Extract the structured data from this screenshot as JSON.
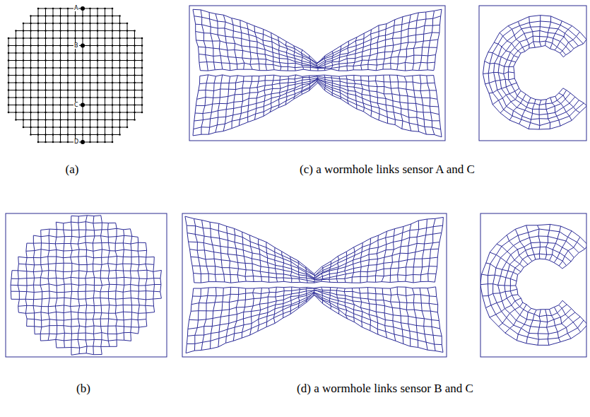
{
  "diagram": {
    "labels": [
      "A",
      "B",
      "C",
      "D",
      "(a)",
      "(c) a wormhole links sensor A and C",
      "(b)",
      "(d) a wormhole links sensor B and C"
    ]
  }
}
